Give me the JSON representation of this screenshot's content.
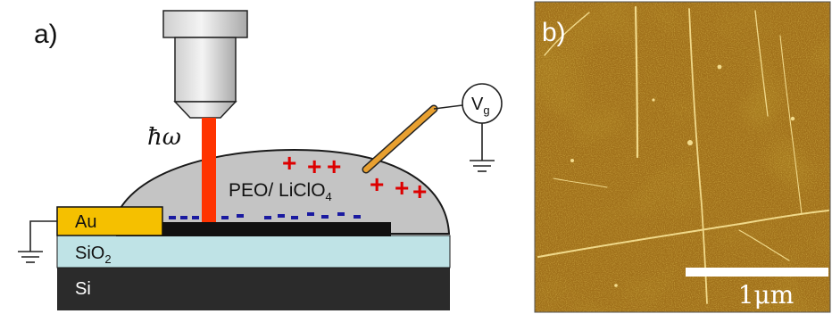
{
  "panel_a": {
    "label": "a)",
    "photon_label": "ħω",
    "electrolyte_label": "PEO/ LiClO",
    "electrolyte_subscript": "4",
    "gate_label": "V",
    "gate_subscript": "g",
    "electrode_label": "Au",
    "oxide_label": "SiO",
    "oxide_subscript": "2",
    "substrate_label": "Si",
    "positive_charge_symbol": "+",
    "negative_charge_symbol": "-"
  },
  "panel_b": {
    "label": "b)",
    "scalebar_label": "1μm"
  },
  "colors": {
    "laser": "#ff3300",
    "charges_positive": "#dd0000",
    "charges_negative": "#1a1aa0",
    "gold": "#f5c000",
    "sio2": "#bfe3e6",
    "si": "#2b2b2b",
    "electrolyte": "#c4c4c4",
    "probe": "#e8a030",
    "afm_base": "#a0701a"
  },
  "icons": {
    "ground": "ground-icon",
    "objective": "objective-lens-icon"
  }
}
